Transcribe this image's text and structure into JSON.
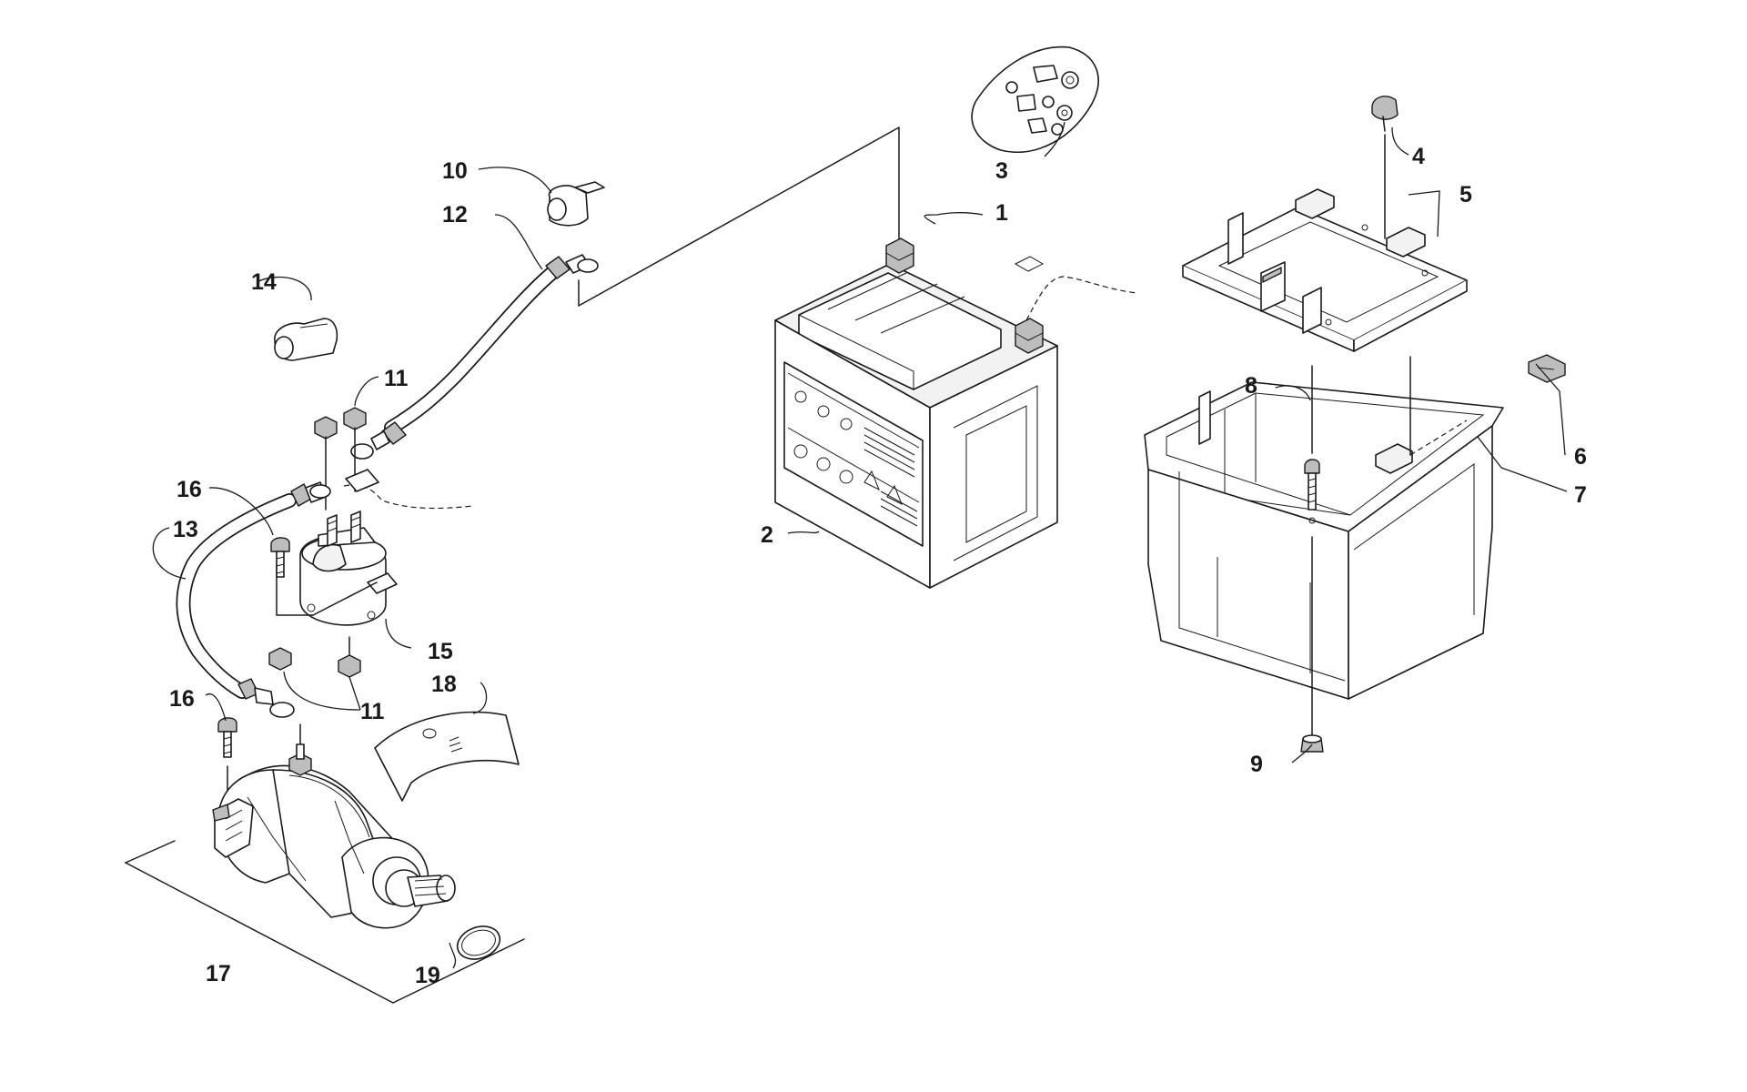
{
  "diagram": {
    "callouts": [
      {
        "id": "c1",
        "label": "1"
      },
      {
        "id": "c2",
        "label": "2"
      },
      {
        "id": "c3",
        "label": "3"
      },
      {
        "id": "c4",
        "label": "4"
      },
      {
        "id": "c5",
        "label": "5"
      },
      {
        "id": "c6",
        "label": "6"
      },
      {
        "id": "c7",
        "label": "7"
      },
      {
        "id": "c8",
        "label": "8"
      },
      {
        "id": "c9",
        "label": "9"
      },
      {
        "id": "c10",
        "label": "10"
      },
      {
        "id": "c11a",
        "label": "11"
      },
      {
        "id": "c11b",
        "label": "11"
      },
      {
        "id": "c12",
        "label": "12"
      },
      {
        "id": "c13",
        "label": "13"
      },
      {
        "id": "c14",
        "label": "14"
      },
      {
        "id": "c15",
        "label": "15"
      },
      {
        "id": "c16a",
        "label": "16"
      },
      {
        "id": "c16b",
        "label": "16"
      },
      {
        "id": "c17",
        "label": "17"
      },
      {
        "id": "c18",
        "label": "18"
      },
      {
        "id": "c19",
        "label": "19"
      }
    ]
  }
}
